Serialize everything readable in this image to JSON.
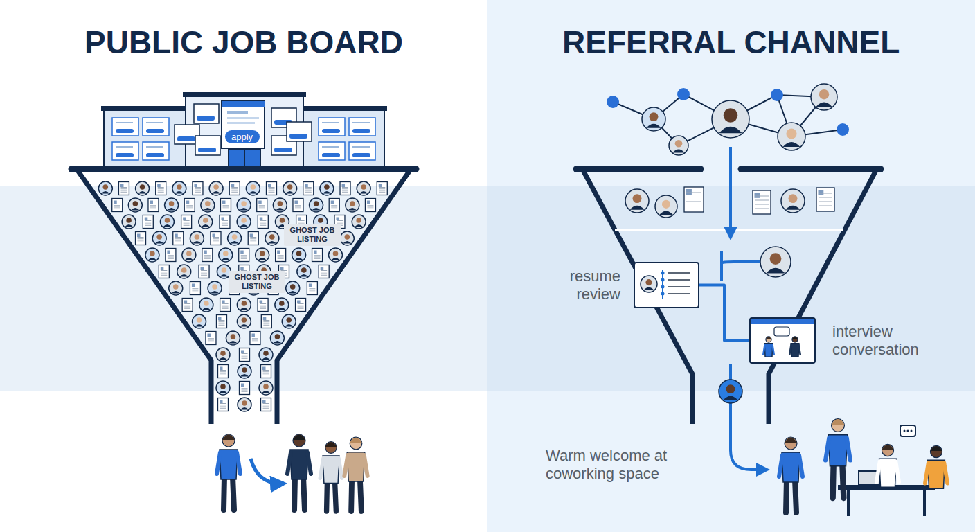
{
  "diagram": {
    "nodes": [
      {
        "text": [
          "apply"
        ]
      },
      {
        "text": [
          "GHOST JOB LISTING"
        ]
      },
      {
        "text": [
          "GHOST JOB LISTING"
        ]
      },
      {
        "text": [
          "resume review"
        ]
      },
      {
        "text": [
          "interview conversation"
        ]
      }
    ],
    "edges": [
      {
        "from": 3,
        "to": 4,
        "arrow": "none"
      }
    ],
    "labels": [
      "PUBLIC JOB BOARD",
      "REFERRAL CHANNEL",
      "Warm welcome at coworking space"
    ]
  }
}
